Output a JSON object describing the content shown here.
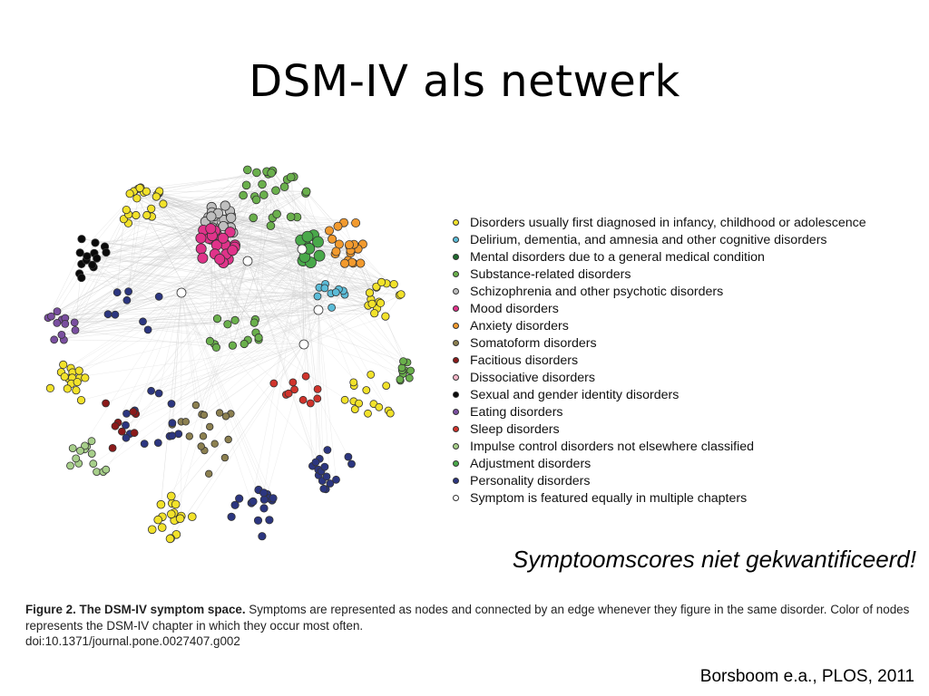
{
  "slide": {
    "title": "DSM-IV als netwerk",
    "subtitle": "Symptoomscores niet gekwantificeerd!",
    "citation": "Borsboom e.a., PLOS, 2011"
  },
  "figure": {
    "caption_bold": "Figure 2. The DSM-IV symptom space.",
    "caption_text": " Symptoms are represented as nodes and connected by an edge whenever they figure in the same disorder. Color of nodes represents the DSM-IV chapter in which they occur most often.",
    "doi": "doi:10.1371/journal.pone.0027407.g002"
  },
  "legend": [
    {
      "label": "Disorders usually first diagnosed in infancy, childhood or adolescence",
      "color": "#f2e22a"
    },
    {
      "label": "Delirium, dementia, and amnesia and other cognitive disorders",
      "color": "#5bbcd8"
    },
    {
      "label": "Mental disorders due to a general medical condition",
      "color": "#1f6a2f"
    },
    {
      "label": "Substance-related disorders",
      "color": "#6ab04c"
    },
    {
      "label": "Schizophrenia and other psychotic disorders",
      "color": "#bfbfbf"
    },
    {
      "label": "Mood disorders",
      "color": "#e0338a"
    },
    {
      "label": "Anxiety disorders",
      "color": "#f29a2e"
    },
    {
      "label": "Somatoform disorders",
      "color": "#8c8050"
    },
    {
      "label": "Facitious disorders",
      "color": "#8b1a1a"
    },
    {
      "label": "Dissociative disorders",
      "color": "#f4b6c8"
    },
    {
      "label": "Sexual and gender identity disorders",
      "color": "#0a0a0a"
    },
    {
      "label": "Eating disorders",
      "color": "#7a4fa0"
    },
    {
      "label": "Sleep disorders",
      "color": "#d0342c"
    },
    {
      "label": "Impulse control disorders not elsewhere classified",
      "color": "#a7cf8a"
    },
    {
      "label": "Adjustment disorders",
      "color": "#49a94a"
    },
    {
      "label": "Personality disorders",
      "color": "#2c3680"
    },
    {
      "label": "Symptom is featured equally in multiple chapters",
      "color": "#ffffff"
    }
  ]
}
